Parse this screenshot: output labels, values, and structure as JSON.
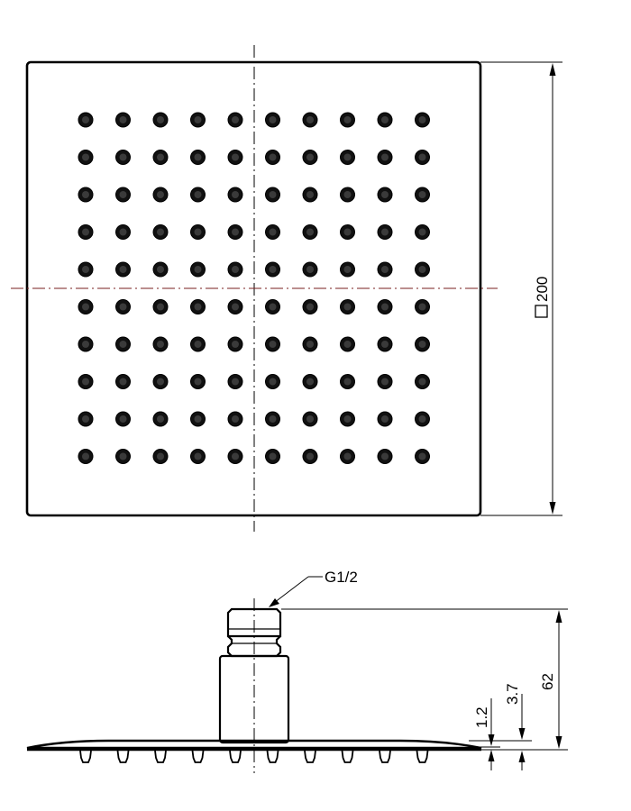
{
  "top_view": {
    "size_symbol": "□",
    "size_value": "200",
    "nozzle_rows": 10,
    "nozzle_cols": 10
  },
  "side_view": {
    "thread_label": "G1/2",
    "height_total": "62",
    "height_mid": "3.7",
    "height_small": "1.2",
    "nozzle_count": 10
  },
  "colors": {
    "line": "#000000",
    "centerline": "#7a1f1f",
    "background": "#ffffff"
  }
}
